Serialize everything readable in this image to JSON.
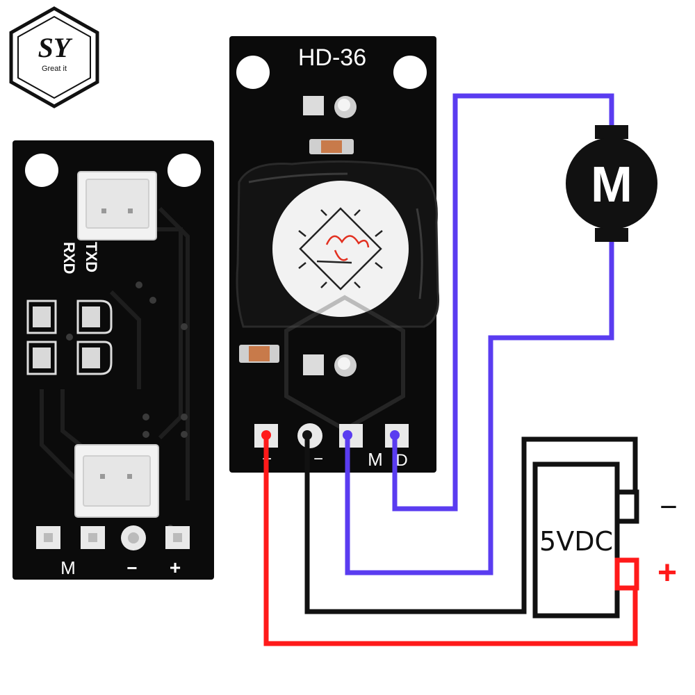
{
  "logo": {
    "letters": "SY",
    "tagline": "Great it"
  },
  "left_board": {
    "uart_labels": [
      "RXD",
      "TXD"
    ],
    "pin_labels": [
      "M",
      "−",
      "+"
    ]
  },
  "right_board": {
    "model": "HD-36",
    "pin_labels": [
      "−",
      "−",
      "M",
      "D"
    ]
  },
  "motor": {
    "symbol": "M"
  },
  "power_supply": {
    "label": "5VDC",
    "minus": "−",
    "plus": "+"
  },
  "colors": {
    "board": "#0b0b0b",
    "positive_wire": "#ff1a1a",
    "negative_wire": "#111111",
    "motor_wire": "#5a3cf0",
    "pad": "#e9e9e9",
    "connector": "#f2f2f2"
  }
}
